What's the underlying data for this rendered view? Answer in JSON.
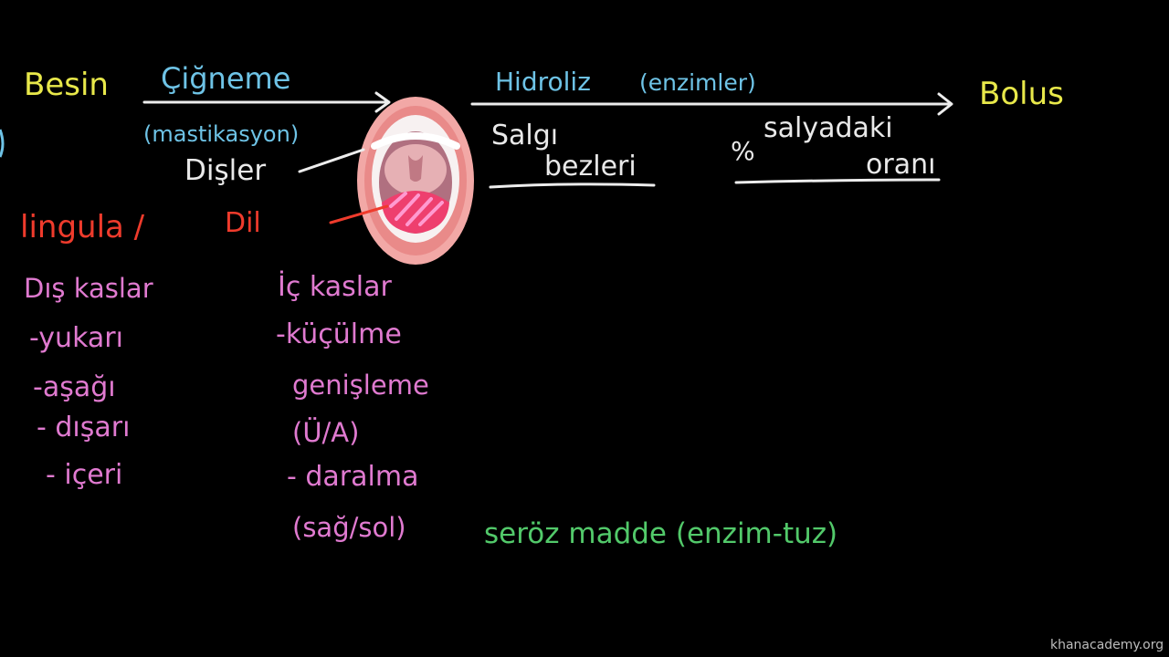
{
  "top": {
    "besin": "Besin",
    "cigneme": "Çiğneme",
    "mastikasyon": "(mastikasyon)",
    "disler": "Dişler",
    "hidroliz": "Hidroliz",
    "enzimler": "(enzimler)",
    "bolus": "Bolus"
  },
  "salgi": {
    "line1": "Salgı",
    "line2": "bezleri"
  },
  "salyadaki": {
    "line1": "salyadaki",
    "line2": "oranı",
    "percent": "%"
  },
  "tongue": {
    "lingula": "lingula /",
    "dil": "Dil"
  },
  "dis_kaslar": {
    "title": "Dış kaslar",
    "items": [
      "-yukarı",
      "-aşağı",
      "- dışarı",
      "- içeri"
    ]
  },
  "ic_kaslar": {
    "title": "İç kaslar",
    "items": [
      "-küçülme",
      "genişleme",
      "(Ü/A)",
      "- daralma",
      "(sağ/sol)"
    ]
  },
  "seroz": "seröz madde (enzim-tuz)",
  "watermark": "khanacademy.org",
  "colors": {
    "background": "#000000",
    "yellow": "#e8e84a",
    "blue": "#6ec3e6",
    "white": "#e9e9e9",
    "red": "#ef3b2c",
    "pink": "#e07ad0",
    "green": "#52c96a"
  }
}
